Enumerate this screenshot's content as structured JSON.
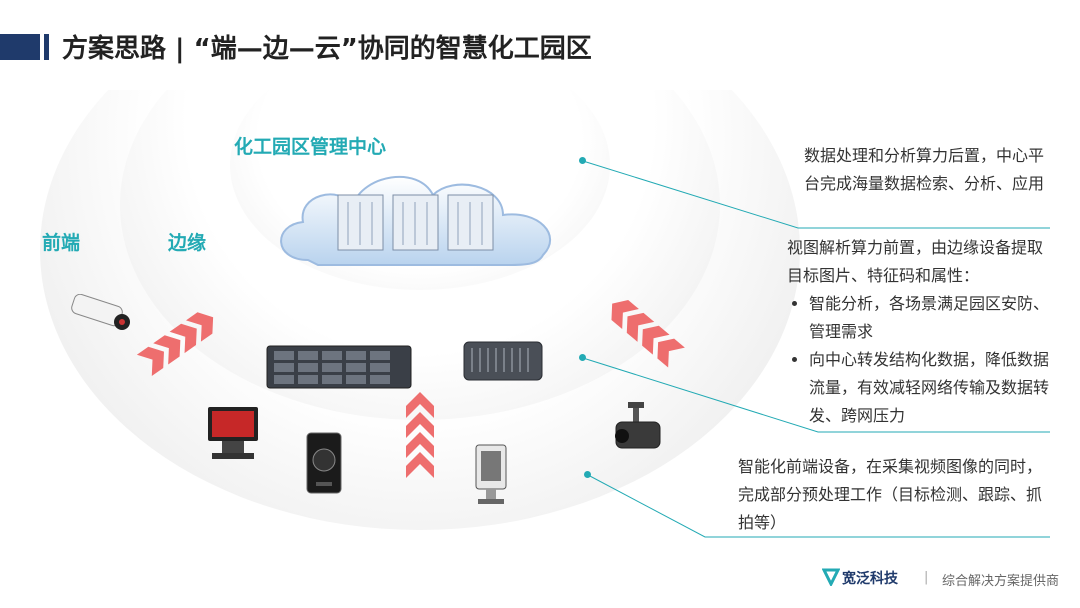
{
  "header": {
    "title": "方案思路 | “端—边—云”协同的智慧化工园区"
  },
  "diagram": {
    "center_label": "化工园区管理中心",
    "front_label": "前端",
    "edge_label": "边缘"
  },
  "descriptions": {
    "cloud": "数据处理和分析算力后置，中心平台完成海量数据检索、分析、应用",
    "edge_intro": "视图解析算力前置，由边缘设备提取目标图片、特征码和属性：",
    "edge_bullets": [
      "智能分析，各场景满足园区安防、管理需求",
      "向中心转发结构化数据，降低数据流量，有效减轻网络传输及数据转发、跨网压力"
    ],
    "front": "智能化前端设备，在采集视频图像的同时，完成部分预处理工作（目标检测、跟踪、抓拍等）"
  },
  "footer": {
    "logo_text": "宽泛科技",
    "tagline": "综合解决方案提供商"
  },
  "colors": {
    "title_bar": "#1f3a6b",
    "accent": "#23aab4",
    "arrow": "#ee6e6e"
  }
}
